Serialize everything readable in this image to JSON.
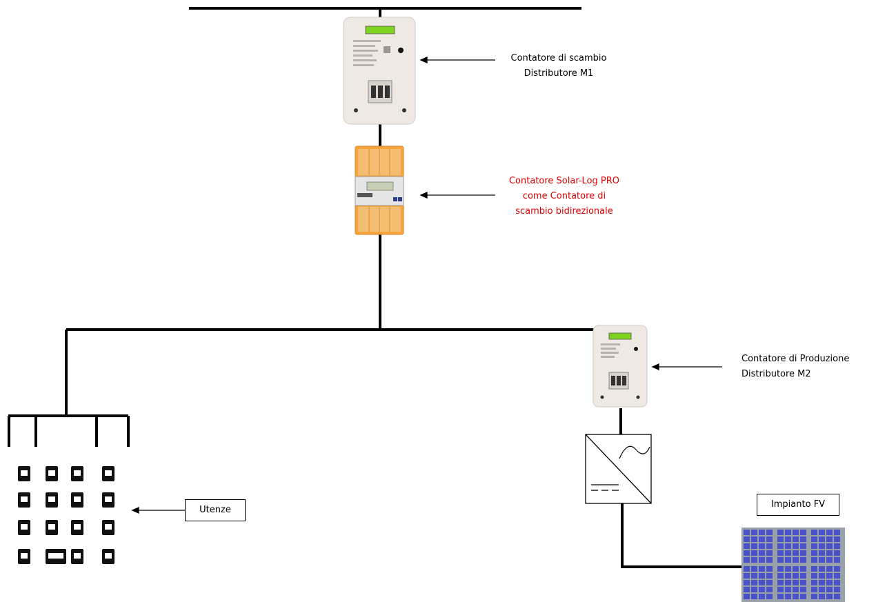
{
  "labels": {
    "meter_m1_line1": "Contatore di scambio",
    "meter_m1_line2": "Distributore M1",
    "solarlog_line1": "Contatore Solar-Log PRO",
    "solarlog_line2": "come Contatore di",
    "solarlog_line3": "scambio bidirezionale",
    "meter_m2_line1": "Contatore di Produzione",
    "meter_m2_line2": "Distributore M2",
    "utenze": "Utenze",
    "impianto": "Impianto FV"
  },
  "colors": {
    "line": "#000000",
    "highlight_text": "#e00000",
    "meter_body": "#eeeae3",
    "meter_display": "#7ed321",
    "din_meter": "#f7a43a",
    "panel_cell": "#4a52c9",
    "panel_frame": "#9aa0a8"
  },
  "icons": [
    "coffee-machine-icon",
    "mixer-icon",
    "microwave-icon",
    "food-processor-icon",
    "oven-icon",
    "dishwasher-icon",
    "washing-machine-icon",
    "fridge-icon",
    "blender-icon",
    "hairdryer-icon",
    "iron-icon",
    "gamepad-icon",
    "tv-icon",
    "monitor-icon",
    "air-conditioner-icon",
    "vacuum-icon"
  ]
}
